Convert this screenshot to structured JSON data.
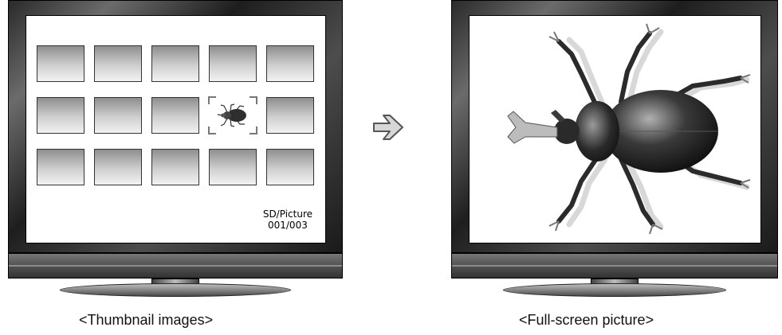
{
  "left_monitor": {
    "thumbnail_count": 15,
    "selected_index": 8,
    "status_line1": "SD/Picture",
    "status_line2": "001/003",
    "caption": "<Thumbnail images>"
  },
  "right_monitor": {
    "caption": "<Full-screen picture>"
  },
  "arrow": {
    "icon": "right-arrow-icon"
  },
  "colors": {
    "bezel": "#2a2a2a",
    "thumbnail_dark": "#8e8e8e",
    "thumbnail_light": "#f2f2f2"
  }
}
